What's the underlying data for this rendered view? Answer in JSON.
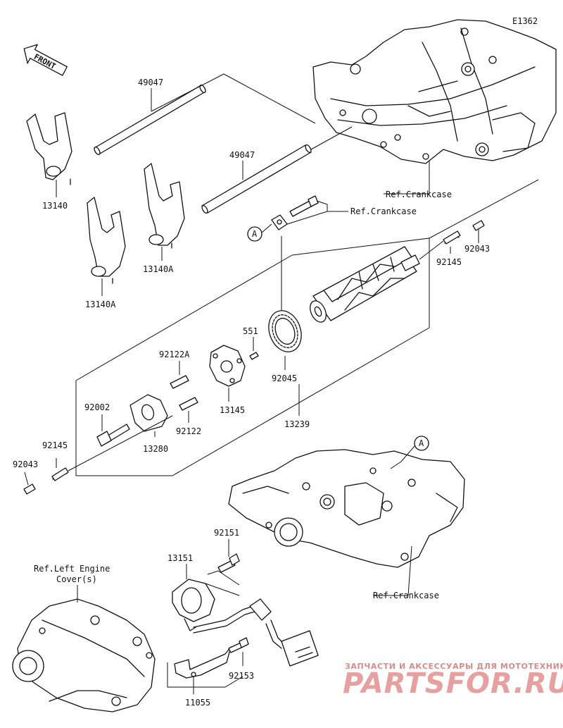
{
  "diagram_code": "E1362",
  "front_label": "FRONT",
  "callout_letter": "A",
  "ref_crankcase_label": "Ref.Crankcase",
  "ref_engine_cover_line1": "Ref.Left Engine",
  "ref_engine_cover_line2": "Cover(s)",
  "parts": {
    "p49047a": "49047",
    "p49047b": "49047",
    "p13140": "13140",
    "p13140A_left": "13140A",
    "p13140A_right": "13140A",
    "p92043_right": "92043",
    "p92145_right": "92145",
    "p551": "551",
    "p92122A": "92122A",
    "p92045": "92045",
    "p92002": "92002",
    "p13145": "13145",
    "p92122": "92122",
    "p13280": "13280",
    "p13239": "13239",
    "p92145_left": "92145",
    "p92043_left": "92043",
    "p92151": "92151",
    "p13151": "13151",
    "p92153": "92153",
    "p11055": "11055"
  },
  "watermark": {
    "line1": "ЗАПЧАСТИ И АКСЕССУАРЫ ДЛЯ МОТОТЕХНИКИ",
    "line2": "PARTSFOR.RU",
    "color": "#e08a8a"
  }
}
